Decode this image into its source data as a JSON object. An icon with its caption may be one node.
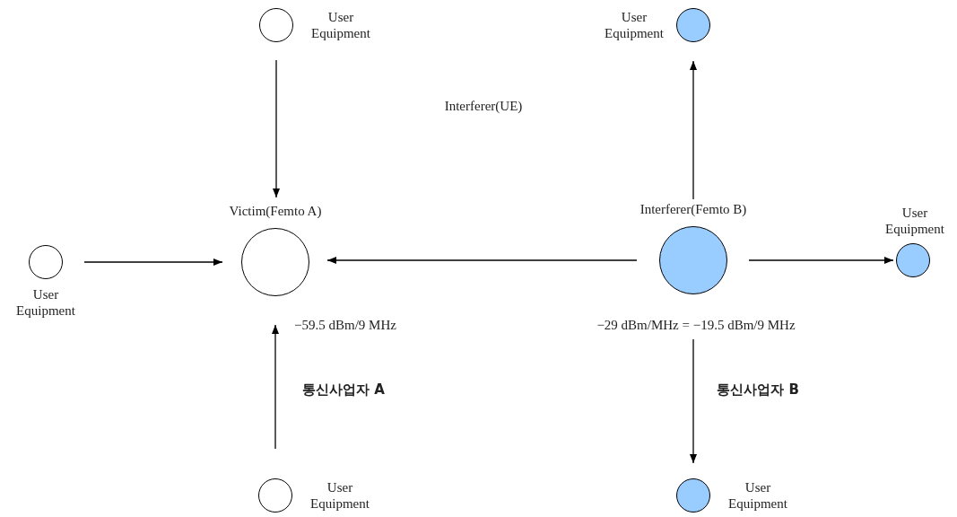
{
  "diagram": {
    "nodes": [
      {
        "text": [],
        "shape": "circle",
        "beside": [
          "User Equipment"
        ]
      },
      {
        "text": [],
        "shape": "circle",
        "beside": [
          "User Equipment"
        ]
      },
      {
        "text": [],
        "shape": "circle",
        "beside": [
          "Victim(Femto A)"
        ]
      },
      {
        "text": [],
        "shape": "circle",
        "beside": [
          "Interferer(Femto B)"
        ]
      },
      {
        "text": [],
        "shape": "circle",
        "beside": [
          "User Equipment"
        ]
      },
      {
        "text": [],
        "shape": "circle",
        "beside": [
          "User Equipment"
        ]
      },
      {
        "text": [],
        "shape": "circle",
        "beside": [
          "User Equipment"
        ]
      },
      {
        "text": [],
        "shape": "circle",
        "beside": [
          "User Equipment"
        ]
      }
    ],
    "edges": [
      {
        "from": 0,
        "to": 2,
        "arrow": "to"
      },
      {
        "from": 4,
        "to": 2,
        "arrow": "to"
      },
      {
        "from": 3,
        "to": 2,
        "arrow": "to"
      },
      {
        "from": 3,
        "to": 1,
        "arrow": "to"
      },
      {
        "from": 3,
        "to": 5,
        "arrow": "to"
      },
      {
        "from": 6,
        "to": 2,
        "arrow": "to"
      },
      {
        "from": 3,
        "to": 7,
        "arrow": "to"
      }
    ],
    "labels": [
      "Interferer(UE)",
      "−59.5 dBm/9 MHz",
      "−29 dBm/MHz = −19.5 dBm/9 MHz",
      "통신사업자 A",
      "통신사업자 B"
    ]
  }
}
